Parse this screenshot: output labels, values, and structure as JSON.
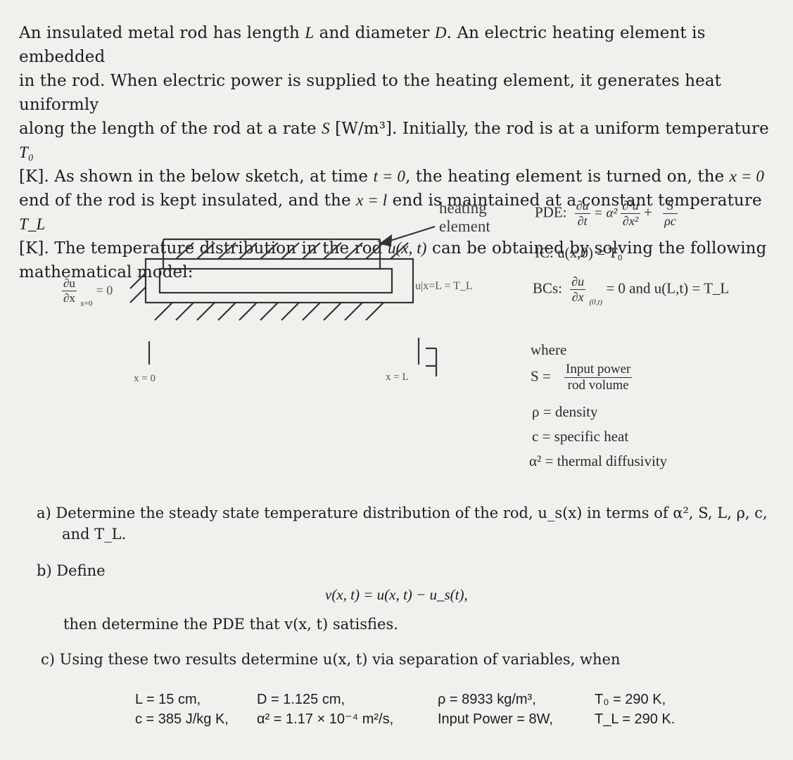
{
  "intro": {
    "l1a": "An insulated metal rod has length",
    "L": "L",
    "l1b": "and diameter",
    "D": "D",
    "l1c": ". An electric heating element is embedded",
    "l2": "in the rod. When electric power is supplied to the heating element, it generates heat uniformly",
    "l3a": "along the length of the rod at a rate",
    "S": "S",
    "l3b": "[W/m³]. Initially, the rod is at a uniform temperature",
    "T0": "T₀",
    "l4a": "[K]. As shown in the below sketch, at time",
    "t0": "t = 0",
    "l4b": ", the heating element is turned on, the",
    "x0": "x = 0",
    "l5a": "end of the rod is kept insulated, and the",
    "xl": "x = l",
    "l5b": "end is maintained at a constant temperature",
    "TL": "T_L",
    "l6a": "[K]. The temperature distribution in the rod",
    "uxt": "u(x, t)",
    "l6b": "can be obtained by solving the following",
    "l7": "mathematical model:"
  },
  "sketch": {
    "heating_label_1": "heating",
    "heating_label_2": "element",
    "bc_left_num": "∂u",
    "bc_left_den": "∂x",
    "bc_left_sub": "x=0",
    "bc_left_eq": "= 0",
    "bc_right": "u|x=L = T_L",
    "x0_label": "x = 0",
    "xL_label": "x = L"
  },
  "model": {
    "pde_label": "PDE:",
    "pde_num1": "∂u",
    "pde_den1": "∂t",
    "pde_mid": "= α²",
    "pde_num2": "∂²u",
    "pde_den2": "∂x²",
    "pde_plus": "+",
    "pde_num3": "S",
    "pde_den3": "ρc",
    "ic": "IC:  u(x,0) = T₀",
    "bcs_label": "BCs:",
    "bcs_num": "∂u",
    "bcs_den": "∂x",
    "bcs_sub": "(0,t)",
    "bcs_rest": "= 0  and  u(L,t) = T_L",
    "where": "where",
    "s_lhs": "S  =",
    "s_num": "Input power",
    "s_den": "rod volume",
    "rho": "ρ =  density",
    "c": "c  =  specific heat",
    "alpha": "α²  =  thermal diffusivity"
  },
  "questions": {
    "a_1": "a)  Determine the steady state temperature distribution of the rod, u_s(x) in terms of α², S, L, ρ, c,",
    "a_2": "and T_L.",
    "b_1": "b)  Define",
    "b_eq": "v(x, t) = u(x, t) − u_s(t),",
    "b_2": "then determine the PDE that v(x, t) satisfies.",
    "c_1": "c)  Using these two results determine u(x, t) via separation of variables, when"
  },
  "given": {
    "col1_r1": "L = 15 cm,",
    "col1_r2": "c = 385 J/kg K,",
    "col2_r1": "D = 1.125 cm,",
    "col2_r2": "α² = 1.17 × 10⁻⁴ m²/s,",
    "col3_r1": "ρ = 8933 kg/m³,",
    "col3_r2": "Input Power = 8W,",
    "col4_r1": "T₀ = 290 K,",
    "col4_r2": "T_L = 290 K."
  }
}
